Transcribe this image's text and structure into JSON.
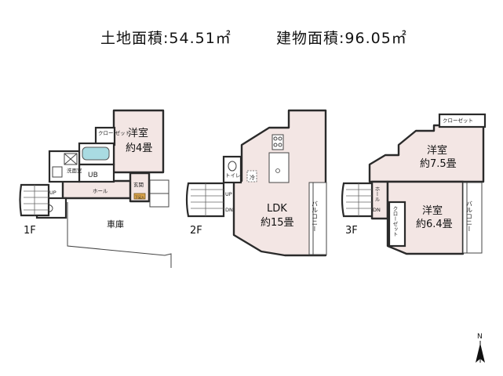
{
  "header": {
    "land_area": "土地面積:54.51㎡",
    "building_area": "建物面積:96.05㎡"
  },
  "floors": {
    "f1": {
      "label": "1F",
      "room_name": "洋室",
      "room_size": "約4畳",
      "closet": "クロー ゼット",
      "ub": "UB",
      "washroom": "洗面室",
      "hall": "ホール",
      "entrance": "玄関",
      "shoebox": "下足入",
      "up": "UP",
      "garage": "車庫"
    },
    "f2": {
      "label": "2F",
      "ldk": "LDK",
      "ldk_size": "約15畳",
      "toilet": "トイレ",
      "fridge": "冷",
      "balcony": "バルコニー",
      "up": "UP",
      "dn": "DN"
    },
    "f3": {
      "label": "3F",
      "room1_name": "洋室",
      "room1_size": "約7.5畳",
      "room2_name": "洋室",
      "room2_size": "約6.4畳",
      "closet1": "クローゼット",
      "closet2": "クローゼット",
      "hall": "ホール",
      "dn": "DN",
      "balcony": "バルコニー"
    }
  },
  "compass": {
    "north": "N"
  }
}
